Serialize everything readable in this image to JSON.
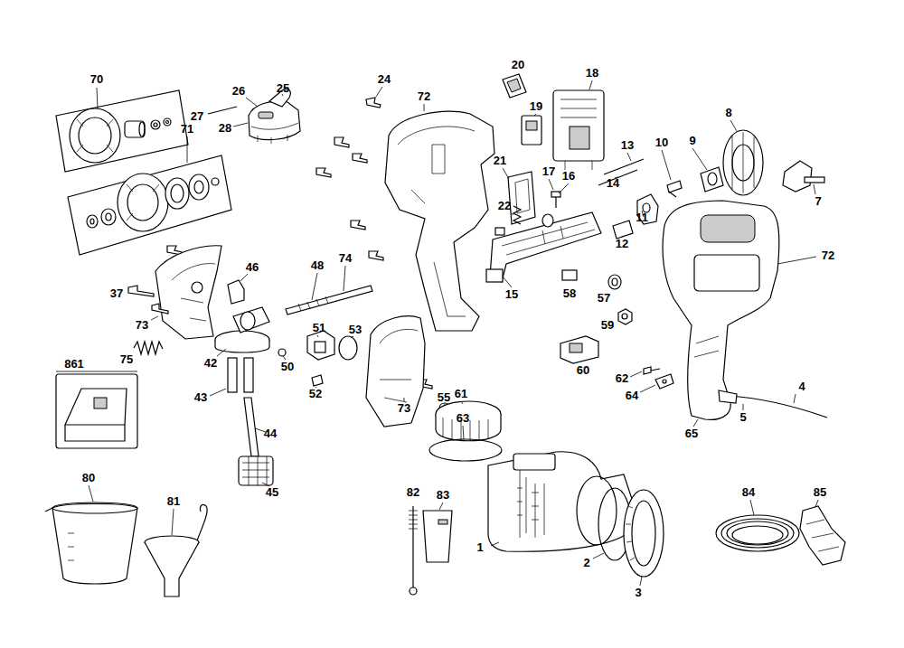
{
  "diagram": {
    "labels": [
      "70",
      "26",
      "25",
      "24",
      "20",
      "18",
      "27",
      "28",
      "72",
      "19",
      "71",
      "8",
      "13",
      "10",
      "9",
      "21",
      "17",
      "16",
      "14",
      "22",
      "7",
      "11",
      "12",
      "72",
      "46",
      "48",
      "74",
      "37",
      "15",
      "58",
      "57",
      "73",
      "51",
      "53",
      "59",
      "75",
      "861",
      "60",
      "42",
      "50",
      "43",
      "52",
      "62",
      "55",
      "61",
      "64",
      "73",
      "4",
      "5",
      "63",
      "65",
      "44",
      "45",
      "80",
      "81",
      "82",
      "83",
      "84",
      "85",
      "1",
      "2",
      "3"
    ]
  }
}
